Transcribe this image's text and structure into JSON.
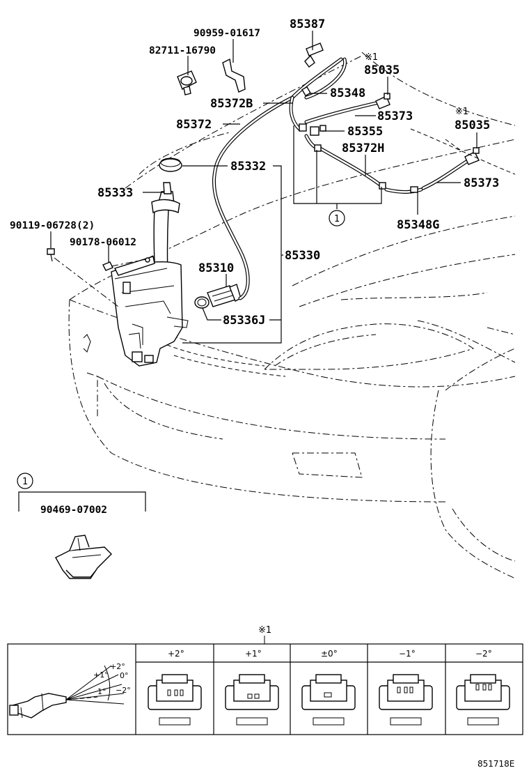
{
  "parts": {
    "p85387": "85387",
    "p90959": "90959-01617",
    "p82711": "82711-16790",
    "p85035a": "85035",
    "p85035b": "85035",
    "p85348": "85348",
    "p85372B": "85372B",
    "p85373a": "85373",
    "p85355": "85355",
    "p85372": "85372",
    "p85372H": "85372H",
    "p85332": "85332",
    "p85373b": "85373",
    "p85333": "85333",
    "p85348G": "85348G",
    "p90119": "90119-06728(2)",
    "p90178": "90178-06012",
    "p85330": "85330",
    "p85310": "85310",
    "p85336J": "85336J",
    "p90469": "90469-07002"
  },
  "notes": {
    "mark1a": "※1",
    "mark1b": "※1",
    "mark1c": "※1",
    "circle1": "1",
    "circle1b": "1"
  },
  "table": {
    "headers": [
      "+2°",
      "+1°",
      "±0°",
      "−1°",
      "−2°"
    ],
    "angles": {
      "a1": "+2°",
      "a2": "+1°",
      "a3": "0°",
      "a4": "1°",
      "a5": "−2°"
    }
  },
  "figure_id": "851718E"
}
